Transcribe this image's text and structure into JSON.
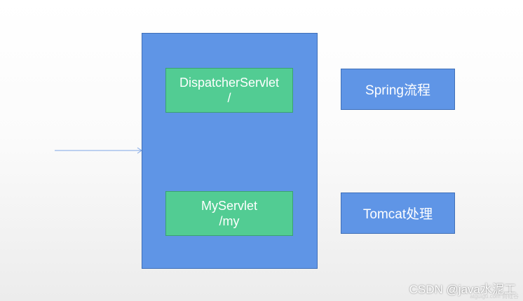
{
  "diagram": {
    "container": {
      "servlets": [
        {
          "name": "DispatcherServlet",
          "path": "/"
        },
        {
          "name": "MyServlet",
          "path": "/my"
        }
      ]
    },
    "side_labels": {
      "spring": "Spring流程",
      "tomcat": "Tomcat处理"
    }
  },
  "watermark": {
    "main": "CSDN @java水泥工",
    "sub": "atguigu.com 尚硅谷"
  },
  "colors": {
    "container_blue": "#5f95e6",
    "servlet_green": "#52cc93",
    "arrow": "#7fa6e6"
  }
}
